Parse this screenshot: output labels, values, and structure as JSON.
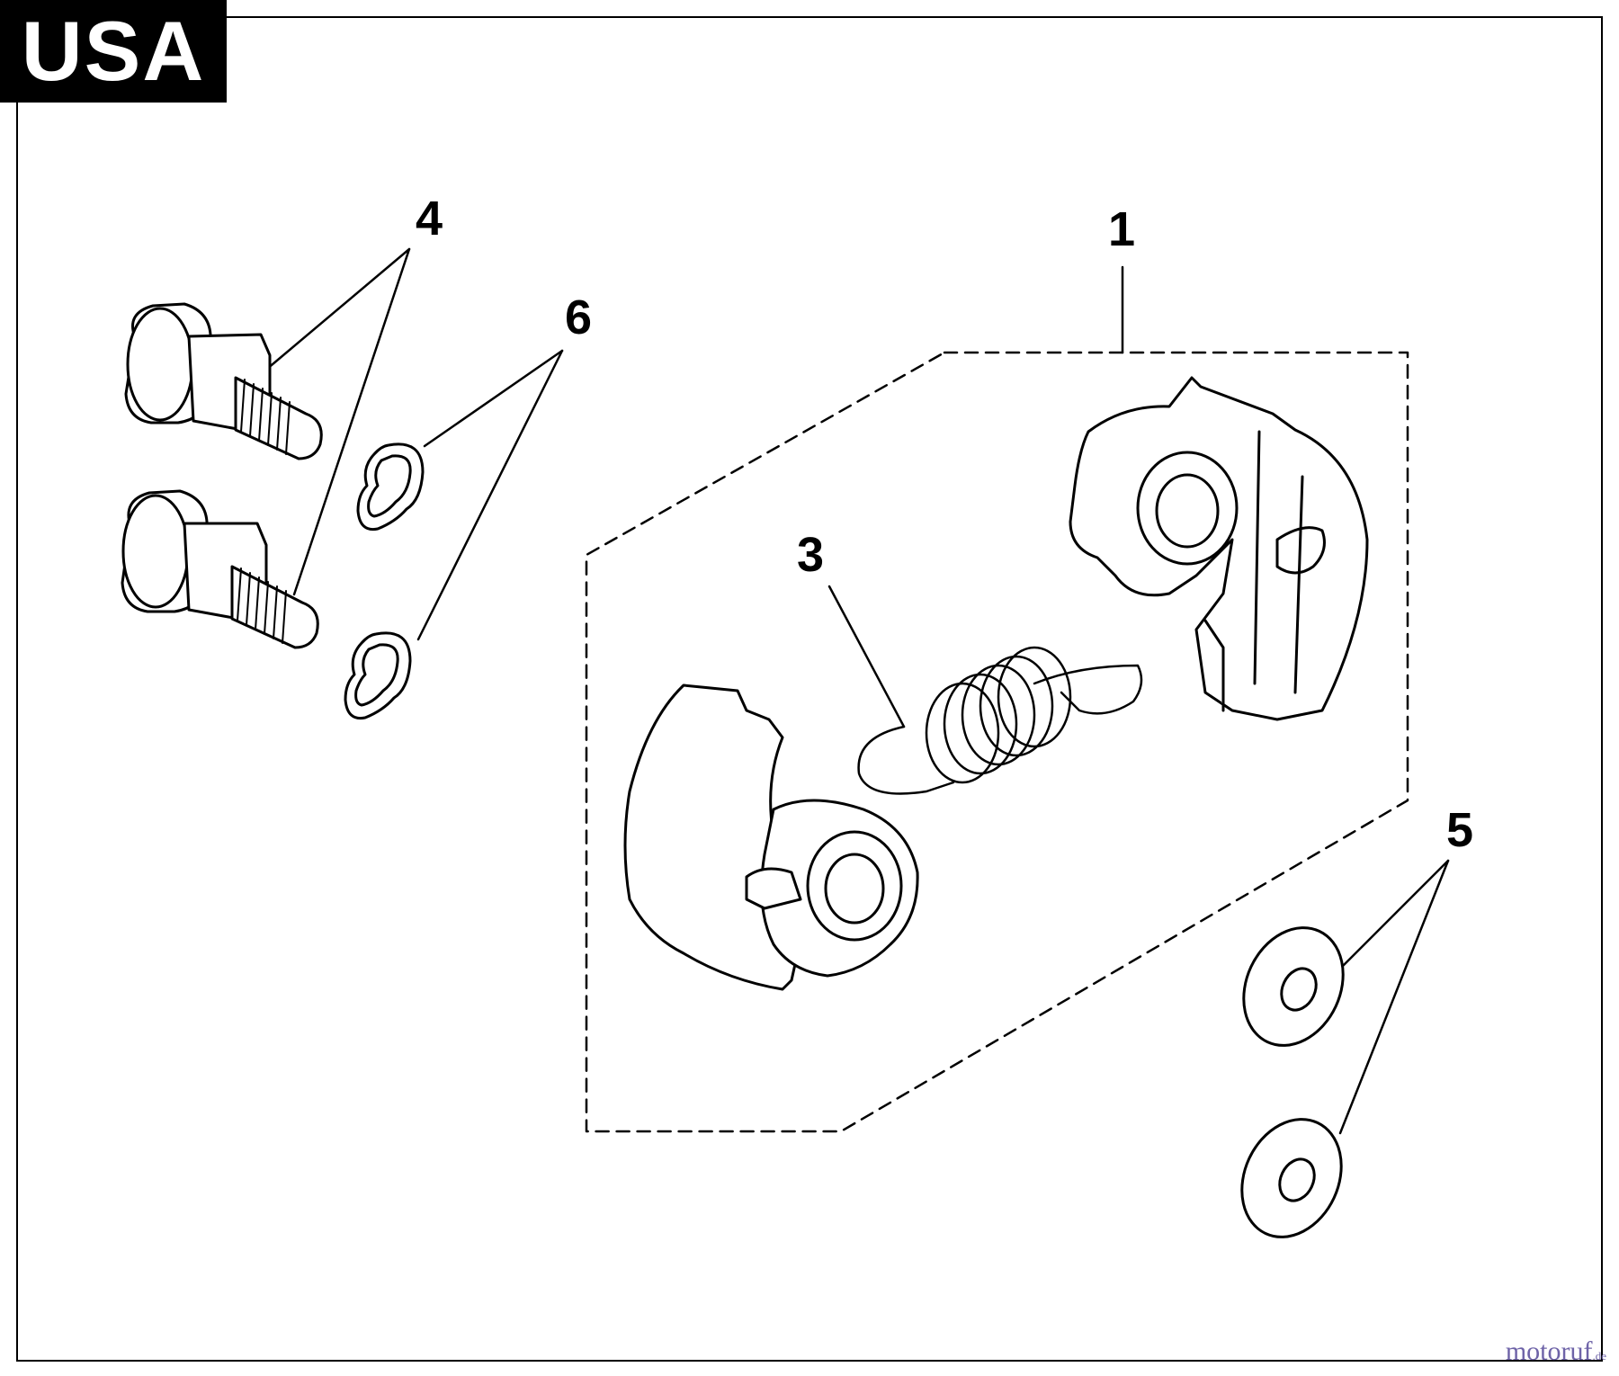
{
  "region_tag": "USA",
  "callouts": {
    "part1": "1",
    "part3": "3",
    "part4": "4",
    "part5": "5",
    "part6": "6"
  },
  "watermark": {
    "brand": "motoruf",
    "tld": ".de"
  },
  "colors": {
    "ink": "#000000",
    "paper": "#ffffff",
    "watermark": "#6e63a8"
  }
}
